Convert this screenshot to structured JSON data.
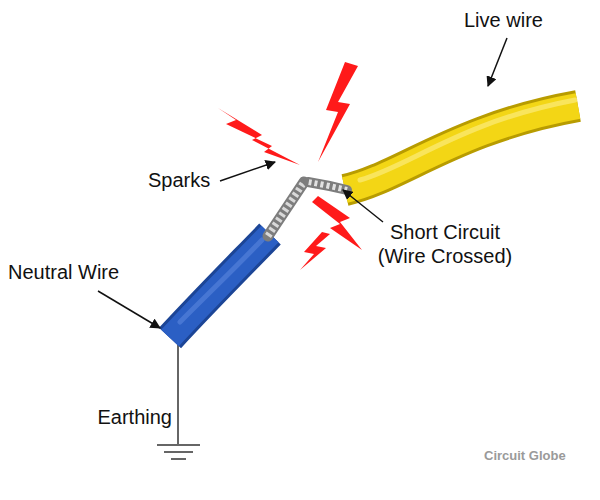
{
  "diagram": {
    "labels": [
      "Live wire",
      "Sparks",
      "Short Circuit (Wire Crossed)",
      "Neutral Wire",
      "Earthing",
      "Circuit Globe"
    ]
  }
}
